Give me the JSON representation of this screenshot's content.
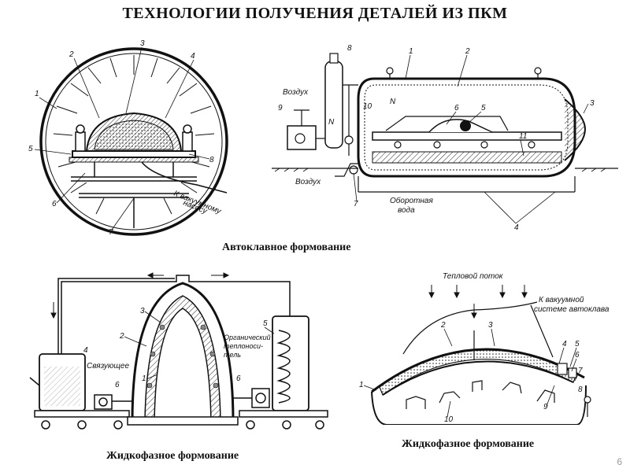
{
  "title": "ТЕХНОЛОГИИ  ПОЛУЧЕНИЯ ДЕТАЛЕЙ ИЗ ПКМ",
  "page_number": "6",
  "captions": {
    "autoclave": "Автоклавное формование",
    "liquid_left": "Жидкофазное формование",
    "liquid_right": "Жидкофазное формование"
  },
  "diagram1": {
    "numbers": [
      "1",
      "2",
      "3",
      "4",
      "5",
      "6",
      "7",
      "8"
    ],
    "vacuum_label_1": "К вакуумному",
    "vacuum_label_2": "насосу"
  },
  "diagram2": {
    "numbers": [
      "1",
      "2",
      "3",
      "4",
      "5",
      "6",
      "7",
      "8",
      "9",
      "10",
      "11"
    ],
    "air_top": "Воздух",
    "air_bottom": "Воздух",
    "n2_a": "N",
    "n2_b": "N",
    "water_1": "Оборотная",
    "water_2": "вода"
  },
  "diagram3": {
    "numbers": [
      "1",
      "2",
      "3",
      "4",
      "5",
      "6",
      "6"
    ],
    "binder": "Связующее",
    "coolant_1": "Органический",
    "coolant_2": "теплоноси-",
    "coolant_3": "тель"
  },
  "diagram4": {
    "numbers": [
      "1",
      "2",
      "3",
      "4",
      "5",
      "6",
      "7",
      "8",
      "9",
      "10"
    ],
    "heat_flow": "Тепловой поток",
    "vac_1": "К вакуумной",
    "vac_2": "системе автоклава"
  }
}
